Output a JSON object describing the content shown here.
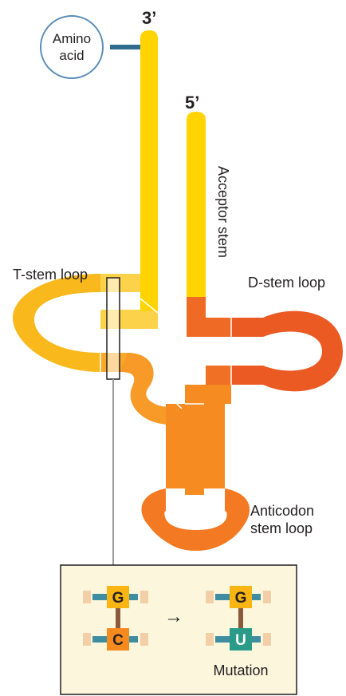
{
  "labels": {
    "three_prime": "3’",
    "five_prime": "5’",
    "amino_acid_line1": "Amino",
    "amino_acid_line2": "acid",
    "acceptor_stem": "Acceptor stem",
    "t_stem_loop": "T-stem loop",
    "d_stem_loop": "D-stem loop",
    "anticodon_line1": "Anticodon",
    "anticodon_line2": "stem loop"
  },
  "inset": {
    "before": {
      "top_base": "G",
      "bottom_base": "C"
    },
    "after": {
      "top_base": "G",
      "bottom_base": "U"
    },
    "arrow": "→",
    "caption": "Mutation"
  },
  "colors": {
    "acceptor_yellow": "#ffd400",
    "t_loop_gold": "#f9b91c",
    "t_loop_light": "#fcd24a",
    "stem_orange": "#f58b21",
    "d_loop_red": "#ec5a24",
    "anticodon_orange": "#f37a23",
    "amino_circle_stroke": "#5b8cb6",
    "linker_blue": "#2f6d8e",
    "inset_bg": "#fbf6dc",
    "base_g": "#f9b512",
    "base_c": "#f58a1e",
    "base_u": "#2a9a89",
    "bond_brown": "#8b5a3c"
  }
}
